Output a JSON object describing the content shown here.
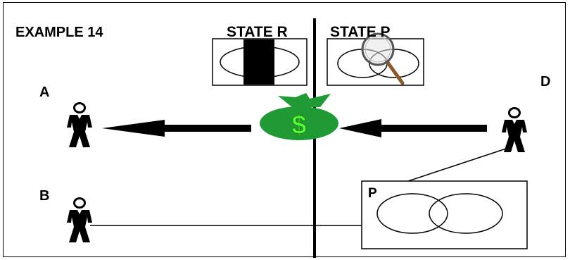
{
  "title": "EXAMPLE 14",
  "states": {
    "left": "STATE R",
    "right": "STATE P"
  },
  "persons": {
    "a": "A",
    "b": "B",
    "d": "D"
  },
  "partnership_box_label": "P",
  "money_symbol": "$",
  "colors": {
    "line": "#000000",
    "money_bag": "#1f9a34",
    "money_symbol": "#4cff3a",
    "magnifier_handle": "#8b5a2b"
  }
}
